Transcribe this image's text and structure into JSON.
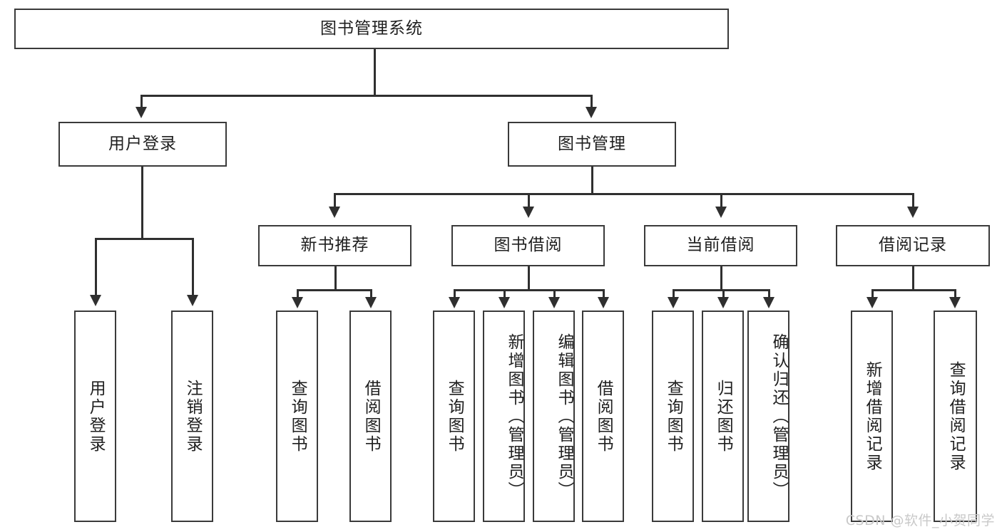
{
  "diagram": {
    "title": "图书管理系统",
    "watermark": "CSDN @软件_小贺同学",
    "level2": {
      "user_login": "用户登录",
      "book_manage": "图书管理"
    },
    "level3": {
      "new_book_rec": "新书推荐",
      "book_borrow": "图书借阅",
      "current_borrow": "当前借阅",
      "borrow_record": "借阅记录"
    },
    "leaves": {
      "user_login": [
        "用户登录",
        "注销登录"
      ],
      "new_book_rec": [
        "查询图书",
        "借阅图书"
      ],
      "book_borrow": [
        "查询图书",
        "新增图书（管理员）",
        "编辑图书（管理员）",
        "借阅图书"
      ],
      "current_borrow": [
        "查询图书",
        "归还图书",
        "确认归还（管理员）"
      ],
      "borrow_record": [
        "新增借阅记录",
        "查询借阅记录"
      ]
    }
  }
}
